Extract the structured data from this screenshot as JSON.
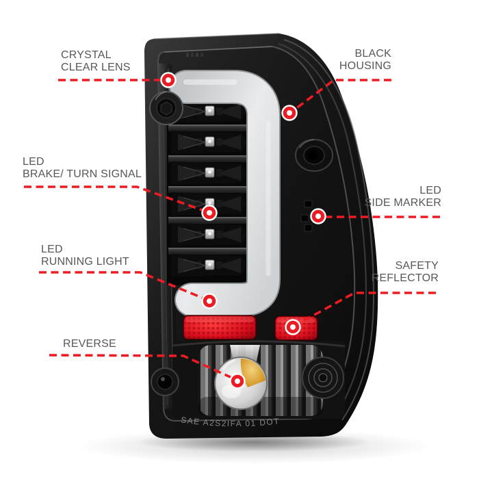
{
  "page": {
    "background": "#ffffff",
    "description_type": "annotated product callout diagram of an LED tail light"
  },
  "colors": {
    "accent_red": "#ec1c24",
    "label_text": "#56575b",
    "housing_black": "#121212",
    "tube_light": "#dfe1e2",
    "reflector_red": "#d80f1d",
    "bulb_amber": "#d89b2a"
  },
  "callouts": [
    {
      "id": "crystal-clear-lens",
      "lines": [
        "CRYSTAL",
        "CLEAR LENS"
      ]
    },
    {
      "id": "black-housing",
      "lines": [
        "BLACK",
        "HOUSING"
      ]
    },
    {
      "id": "led-brake-turn-signal",
      "lines": [
        "LED",
        "BRAKE/ TURN SIGNAL"
      ]
    },
    {
      "id": "led-side-marker",
      "lines": [
        "LED",
        "SIDE MARKER"
      ]
    },
    {
      "id": "led-running-light",
      "lines": [
        "LED",
        "RUNNING LIGHT"
      ]
    },
    {
      "id": "safety-reflector",
      "lines": [
        "SAFETY",
        "REFLECTOR"
      ]
    },
    {
      "id": "reverse",
      "lines": [
        "REVERSE"
      ]
    }
  ],
  "product": {
    "embossed_text": "SAE A2S2IFA 01 DOT"
  }
}
